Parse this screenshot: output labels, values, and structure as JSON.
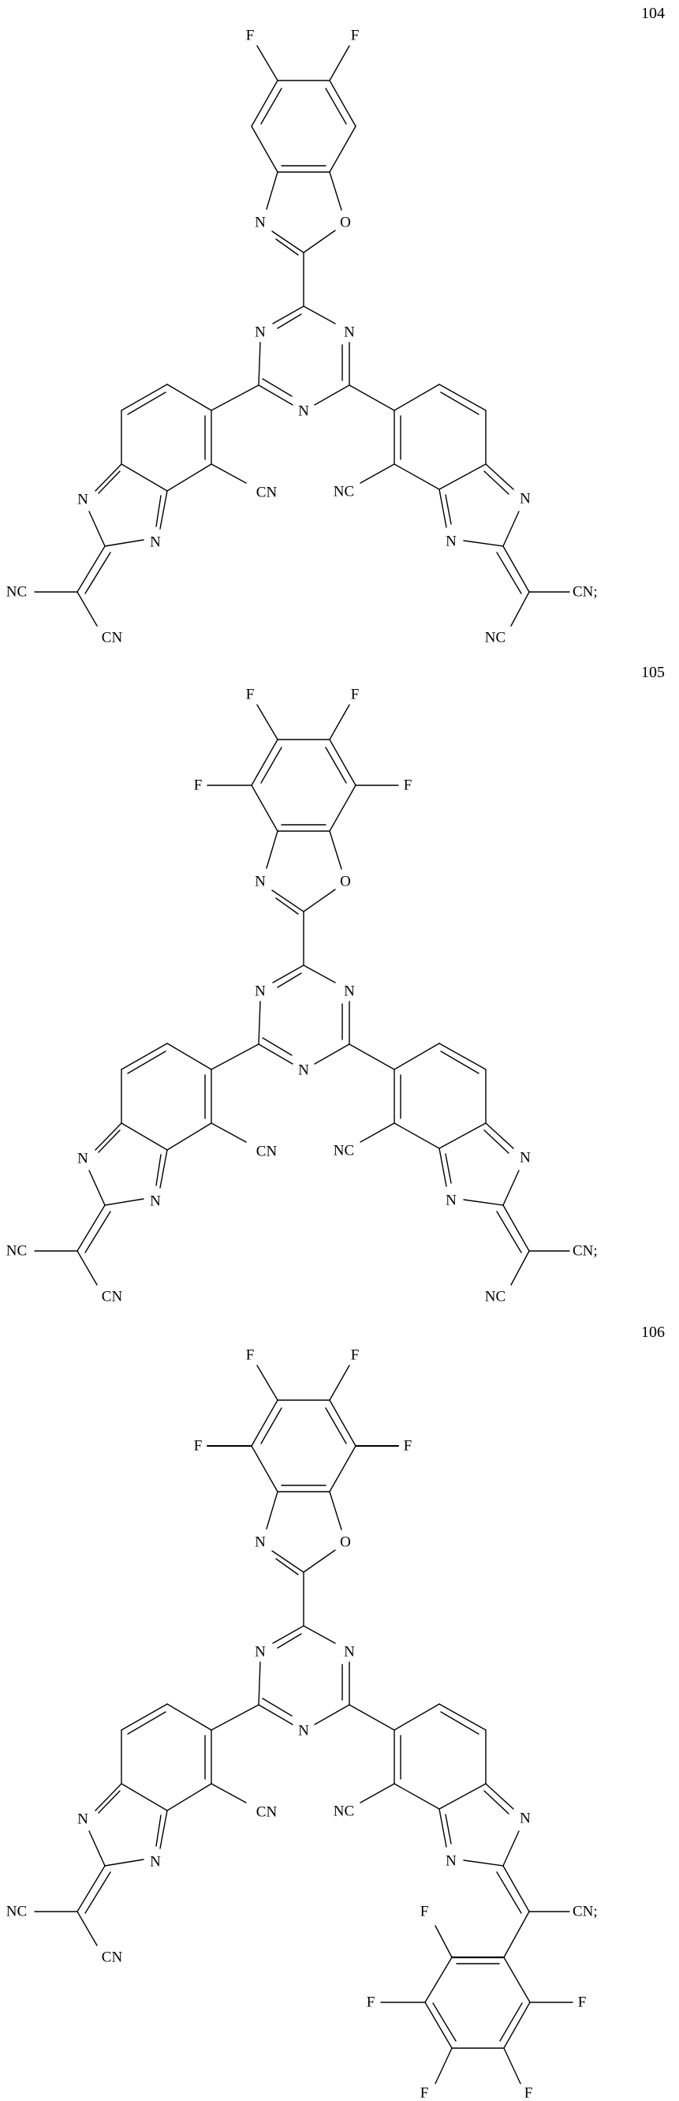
{
  "page": {
    "type": "chemical structure drawings",
    "background": "#ffffff",
    "ink": "#000000"
  },
  "compounds": [
    {
      "number": "104",
      "benzoxazole_substituents": [
        "F",
        "F"
      ],
      "atoms": {
        "oxazole_N": "N",
        "oxazole_O": "O",
        "triazine_N_left": "N",
        "triazine_N_right": "N",
        "triazine_N_bottom": "N",
        "left_CN": "CN",
        "right_NC": "NC",
        "left_imid_N_upper": "N",
        "left_imid_N_lower": "N",
        "right_imid_N_upper": "N",
        "right_imid_N_lower": "N",
        "left_exo_NC": "NC",
        "left_exo_CN": "CN",
        "right_exo_CN": "CN;",
        "right_exo_NC": "NC"
      }
    },
    {
      "number": "105",
      "benzoxazole_substituents": [
        "F",
        "F",
        "F",
        "F"
      ],
      "atoms": {
        "oxazole_N": "N",
        "oxazole_O": "O",
        "triazine_N_left": "N",
        "triazine_N_right": "N",
        "triazine_N_bottom": "N",
        "left_CN": "CN",
        "right_NC": "NC",
        "left_imid_N_upper": "N",
        "left_imid_N_lower": "N",
        "right_imid_N_upper": "N",
        "right_imid_N_lower": "N",
        "left_exo_NC": "NC",
        "left_exo_CN": "CN",
        "right_exo_CN": "CN;",
        "right_exo_NC": "NC"
      }
    },
    {
      "number": "106",
      "benzoxazole_substituents": [
        "F",
        "F",
        "F",
        "F"
      ],
      "atoms": {
        "oxazole_N": "N",
        "oxazole_O": "O",
        "triazine_N_left": "N",
        "triazine_N_right": "N",
        "triazine_N_bottom": "N",
        "left_CN": "CN",
        "right_NC": "NC",
        "left_imid_N_upper": "N",
        "left_imid_N_lower": "N",
        "right_imid_N_upper": "N",
        "right_imid_N_lower": "N",
        "left_exo_NC": "NC",
        "left_exo_CN": "CN",
        "right_exo_CN": "CN;"
      },
      "pentafluorophenyl": [
        "F",
        "F",
        "F",
        "F",
        "F"
      ]
    }
  ]
}
